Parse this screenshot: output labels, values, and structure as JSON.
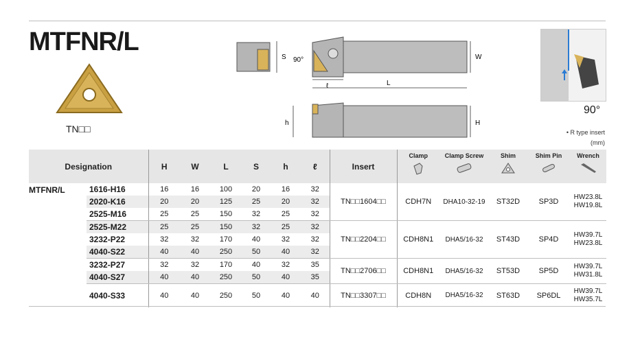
{
  "title": "MTFNR/L",
  "insert_code": "TN□□",
  "diagram": {
    "s": "S",
    "angle": "90°",
    "l_small": "ℓ",
    "l_big": "L",
    "w": "W",
    "h_small": "h",
    "h_big": "H"
  },
  "angle_label": "90°",
  "note_rtype": "• R type insert",
  "note_unit": "(mm)",
  "headers": {
    "designation": "Designation",
    "H": "H",
    "W": "W",
    "L": "L",
    "S": "S",
    "h": "h",
    "l": "ℓ",
    "insert": "Insert",
    "clamp": "Clamp",
    "clamp_screw": "Clamp Screw",
    "shim": "Shim",
    "shim_pin": "Shim Pin",
    "wrench": "Wrench"
  },
  "family": "MTFNR/L",
  "rows": [
    {
      "des": "1616-H16",
      "H": "16",
      "W": "16",
      "L": "100",
      "S": "20",
      "h": "16",
      "l": "32"
    },
    {
      "des": "2020-K16",
      "H": "20",
      "W": "20",
      "L": "125",
      "S": "25",
      "h": "20",
      "l": "32"
    },
    {
      "des": "2525-M16",
      "H": "25",
      "W": "25",
      "L": "150",
      "S": "32",
      "h": "25",
      "l": "32"
    },
    {
      "des": "2525-M22",
      "H": "25",
      "W": "25",
      "L": "150",
      "S": "32",
      "h": "25",
      "l": "32"
    },
    {
      "des": "3232-P22",
      "H": "32",
      "W": "32",
      "L": "170",
      "S": "40",
      "h": "32",
      "l": "32"
    },
    {
      "des": "4040-S22",
      "H": "40",
      "W": "40",
      "L": "250",
      "S": "50",
      "h": "40",
      "l": "32"
    },
    {
      "des": "3232-P27",
      "H": "32",
      "W": "32",
      "L": "170",
      "S": "40",
      "h": "32",
      "l": "35"
    },
    {
      "des": "4040-S27",
      "H": "40",
      "W": "40",
      "L": "250",
      "S": "50",
      "h": "40",
      "l": "35"
    },
    {
      "des": "4040-S33",
      "H": "40",
      "W": "40",
      "L": "250",
      "S": "50",
      "h": "40",
      "l": "40"
    }
  ],
  "groups": [
    {
      "insert": "TN□□1604□□",
      "clamp": "CDH7N",
      "screw": "DHA10-32-19",
      "shim": "ST32D",
      "pin": "SP3D",
      "wrench1": "HW23.8L",
      "wrench2": "HW19.8L"
    },
    {
      "insert": "TN□□2204□□",
      "clamp": "CDH8N1",
      "screw": "DHA5/16-32",
      "shim": "ST43D",
      "pin": "SP4D",
      "wrench1": "HW39.7L",
      "wrench2": "HW23.8L"
    },
    {
      "insert": "TN□□2706□□",
      "clamp": "CDH8N1",
      "screw": "DHA5/16-32",
      "shim": "ST53D",
      "pin": "SP5D",
      "wrench1": "HW39.7L",
      "wrench2": "HW31.8L"
    },
    {
      "insert": "TN□□3307□□",
      "clamp": "CDH8N",
      "screw": "DHA5/16-32",
      "shim": "ST63D",
      "pin": "SP6DL",
      "wrench1": "HW39.7L",
      "wrench2": "HW35.7L"
    }
  ],
  "colors": {
    "insert_gold": "#c9a042",
    "tool_gray": "#b5b5b5",
    "header_bg": "#e6e6e6",
    "row_shade": "#ececec"
  }
}
